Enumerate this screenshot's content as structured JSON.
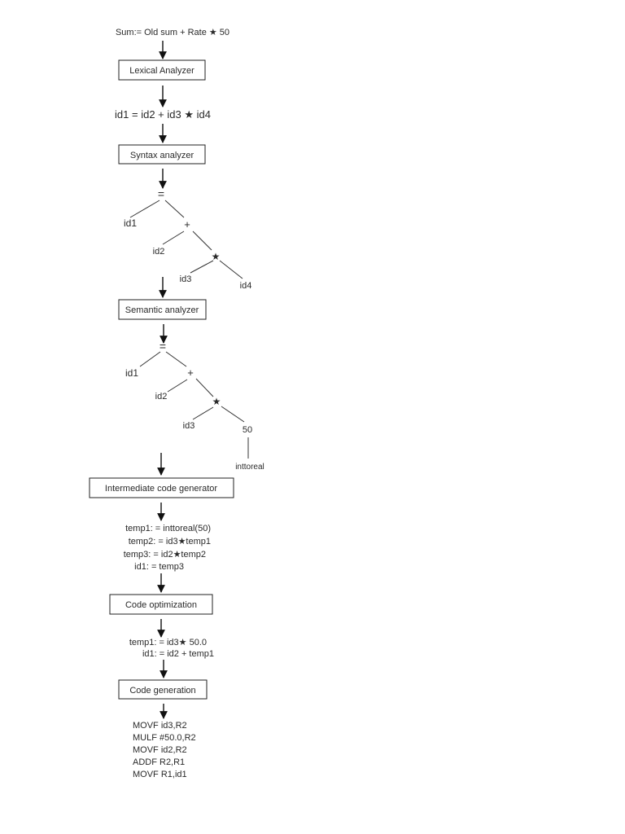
{
  "input_statement": "Sum:= Old sum + Rate ★ 50",
  "stages": {
    "lexical": "Lexical Analyzer",
    "syntax": "Syntax analyzer",
    "semantic": "Semantic analyzer",
    "intermediate": "Intermediate code generator",
    "optimization": "Code optimization",
    "generation": "Code generation"
  },
  "token_stream": "id1 = id2 + id3 ★ id4",
  "syntax_tree": {
    "root": "=",
    "lhs": "id1",
    "plus": "+",
    "id2": "id2",
    "times": "★",
    "id3": "id3",
    "id4": "id4"
  },
  "semantic_tree": {
    "root": "=",
    "lhs": "id1",
    "plus": "+",
    "id2": "id2",
    "times": "★",
    "id3": "id3",
    "const": "50",
    "conversion": "inttoreal"
  },
  "intermediate_code": [
    "temp1: = inttoreal(50)",
    "temp2: = id3★temp1",
    "temp3: = id2★temp2",
    "id1: = temp3"
  ],
  "optimized_code": [
    "temp1: = id3★ 50.0",
    "id1: = id2 + temp1"
  ],
  "target_code": [
    "MOVF id3,R2",
    "MULF #50.0,R2",
    "MOVF id2,R2",
    "ADDF R2,R1",
    "MOVF R1,id1"
  ]
}
